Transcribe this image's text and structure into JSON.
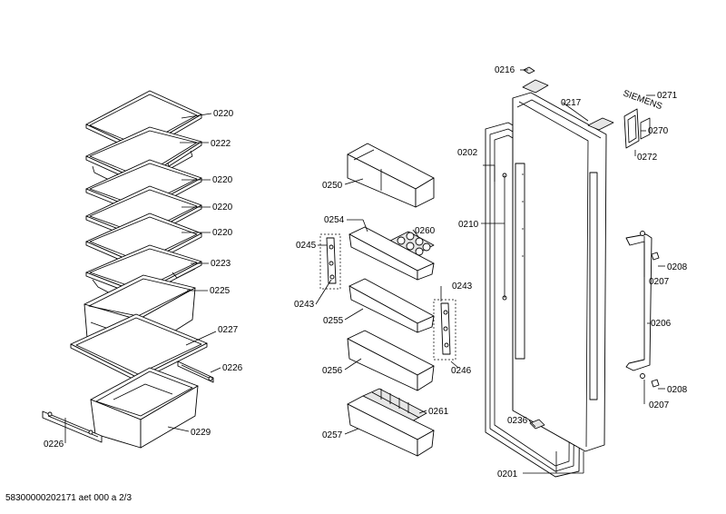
{
  "footer": "58300000202171 aet 000 a 2/3",
  "brand_mark": "SIEMENS",
  "labels": {
    "l0220a": "0220",
    "l0222": "0222",
    "l0220b": "0220",
    "l0220c": "0220",
    "l0220d": "0220",
    "l0223": "0223",
    "l0225": "0225",
    "l0227": "0227",
    "l0226a": "0226",
    "l0229": "0229",
    "l0226b": "0226",
    "l0250": "0250",
    "l0254": "0254",
    "l0260": "0260",
    "l0245": "0245",
    "l0243a": "0243",
    "l0255": "0255",
    "l0243b": "0243",
    "l0256": "0256",
    "l0246": "0246",
    "l0261": "0261",
    "l0257": "0257",
    "l0216": "0216",
    "l0217": "0217",
    "l0202": "0202",
    "l0210": "0210",
    "l0236": "0236",
    "l0201": "0201",
    "l0271": "0271",
    "l0270": "0270",
    "l0272": "0272",
    "l0208a": "0208",
    "l0207a": "0207",
    "l0206": "0206",
    "l0208b": "0208",
    "l0207b": "0207"
  }
}
